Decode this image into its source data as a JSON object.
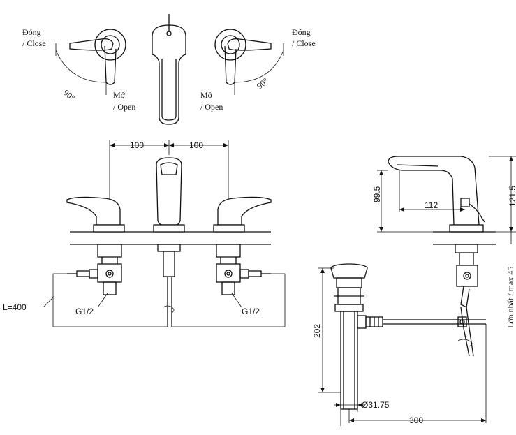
{
  "labels": {
    "close_left_1": "Đóng",
    "close_left_2": "/ Close",
    "open_left_1": "Mở",
    "open_left_2": "/ Open",
    "open_right_1": "Mở",
    "open_right_2": "/ Open",
    "close_right_1": "Đóng",
    "close_right_2": "/ Close",
    "angle_left": "90°",
    "angle_right": "90°",
    "spacing_left": "100",
    "spacing_right": "100",
    "hose_length": "L=400",
    "thread_left": "G1/2",
    "thread_right": "G1/2",
    "spout_height": "99.5",
    "total_height": "121.5",
    "spout_reach": "112",
    "deck_max": "Lớn nhất / max 45",
    "drain_height": "202",
    "drain_diameter": "Ø31.75",
    "drain_offset": "300"
  }
}
